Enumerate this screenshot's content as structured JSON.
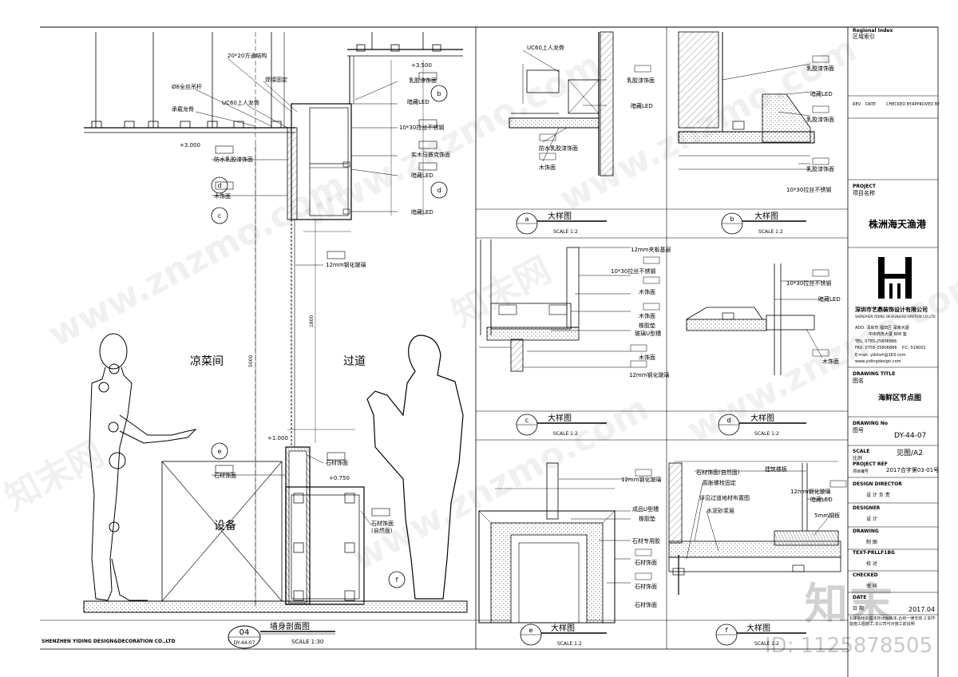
{
  "main_section": {
    "room_left": "凉菜间",
    "room_right": "过道",
    "equipment": "设备",
    "label_top": "20*20方通结构",
    "label_rod": "Ø8全丝吊杆",
    "label_keel": "承载龙骨",
    "label_uc60": "UC60上人龙骨",
    "label_weld": "焊接固定",
    "label_latex_a": "乳胶漆饰面",
    "label_led_a": "暗藏LED",
    "label_ss": "10*30拉丝不锈钢",
    "label_panel": "实木马賽克饰面",
    "label_led_b": "暗藏LED",
    "label_led_c": "暗藏LED",
    "label_wp": "防水乳胶漆饰面",
    "label_wood": "木饰面",
    "label_glass": "12mm钢化玻璃",
    "label_stone": "石材饰面",
    "label_stone2": "石材饰面",
    "label_stone3": "石材饰面",
    "label_stone3b": "(自然面)",
    "level_top": "+3.500",
    "level_ceiling": "+3.000",
    "level_counter": "+1.000",
    "level_shelf": "+0.750",
    "dim_h": "5000",
    "dim_1800": "1800",
    "title_no": "04",
    "title_ref": "DY-44-07",
    "title": "墙身剖面图",
    "scale": "SCALE 1:30",
    "company_footer": "SHENZHEN YIDING DESIGN&DECORATION CO.,LTD"
  },
  "details": [
    {
      "id": "a",
      "title": "大样图",
      "scale": "SCALE 1:2",
      "labels": [
        "UC60上人龙骨",
        "乳胶漆饰面",
        "暗藏LED",
        "防水乳胶漆饰面",
        "木饰面"
      ]
    },
    {
      "id": "b",
      "title": "大样图",
      "scale": "SCALE 1:2",
      "labels": [
        "乳胶漆饰面",
        "暗藏LED",
        "乳胶漆饰面",
        "乳胶漆饰面",
        "10*30拉丝不锈钢"
      ]
    },
    {
      "id": "c",
      "title": "大样图",
      "scale": "SCALE 1:2",
      "labels": [
        "12mm夹板基层",
        "10*30拉丝不锈钢",
        "木饰面",
        "木饰面",
        "橡胶垫",
        "玻璃U型槽",
        "木饰面",
        "12mm钢化玻璃"
      ]
    },
    {
      "id": "d",
      "title": "大样图",
      "scale": "SCALE 1:2",
      "labels": [
        "10*30拉丝不锈钢",
        "暗藏LED",
        "木饰面"
      ]
    },
    {
      "id": "e",
      "title": "大样图",
      "scale": "SCALE 1:2",
      "labels": [
        "12mm钢化玻璃",
        "成品U型槽",
        "橡胶垫",
        "石材专用胶",
        "石材饰面",
        "石材饰面",
        "石材饰面"
      ]
    },
    {
      "id": "f",
      "title": "大样图",
      "scale": "SCALE 1:2",
      "labels": [
        "建筑楼板",
        "石材饰面(自然面)",
        "膨胀螺栓固定",
        "详见过道地材布置图",
        "水泥砂浆层",
        "12mm钢化玻璃",
        "暗藏LED",
        "5mm钢板"
      ]
    }
  ],
  "title_block": {
    "regional_en": "Regional Index",
    "regional_cn": "区域索引",
    "rev": "REV.",
    "date": "DATE",
    "checked": "CHECKED BY",
    "approved": "APPROVED BY",
    "project_en": "PROJECT",
    "project_cn": "项目名称",
    "project_name": "株洲海天渔港",
    "company": "深圳市艺鼎装饰设计有限公司",
    "company_en": "SHENZHEN YIDING DESIGN&DECORATION CO.,LTD",
    "addr": "ADD: 深圳市 福田区 深南大道",
    "addr2": "中央商务大厦 608 室",
    "tel": "TEL: 0755-25806886",
    "fax": "FAX: 0755-25806886",
    "pc": "P.C: 518001",
    "email": "E-mail: ydshsh@163.com",
    "web": "www.yidingdesign.com",
    "drawing_title_en": "DRAWING TITLE",
    "drawing_title_cn": "图名",
    "drawing_title": "海鲜区节点图",
    "drawing_no_en": "DRAWING No",
    "drawing_no_cn": "图号",
    "drawing_no": "DY-44-07",
    "scale_en": "SCALE",
    "scale_cn": "比例",
    "scale": "见图/A2",
    "project_ref_en": "PROJECT REF",
    "project_ref_cn": "项目编号",
    "project_ref": "2017合字第03-01号",
    "director_en": "DESIGN DIRECTOR",
    "director_cn": "设 计 负 责",
    "designer_en": "DESIGNER",
    "designer_cn": "设 计",
    "drawing_en": "DRAWING",
    "drawing_cn": "制 图",
    "text_en": "TEXT-PRLLF1BG",
    "text_cn": "校 对",
    "checked_en": "CHECKED",
    "checked_cn": "审 核",
    "date_en": "DATE",
    "date_cn": "日 期",
    "date_val": "2017.04",
    "notes": "1.本图纸如基本所出图版本,否则一律无效  2.如不能施工图施工,本公司可对施工前说明"
  },
  "watermark": {
    "site": "www.znzmo.com",
    "brand": "知末网",
    "logo": "知末",
    "id": "ID: 1125878505"
  }
}
